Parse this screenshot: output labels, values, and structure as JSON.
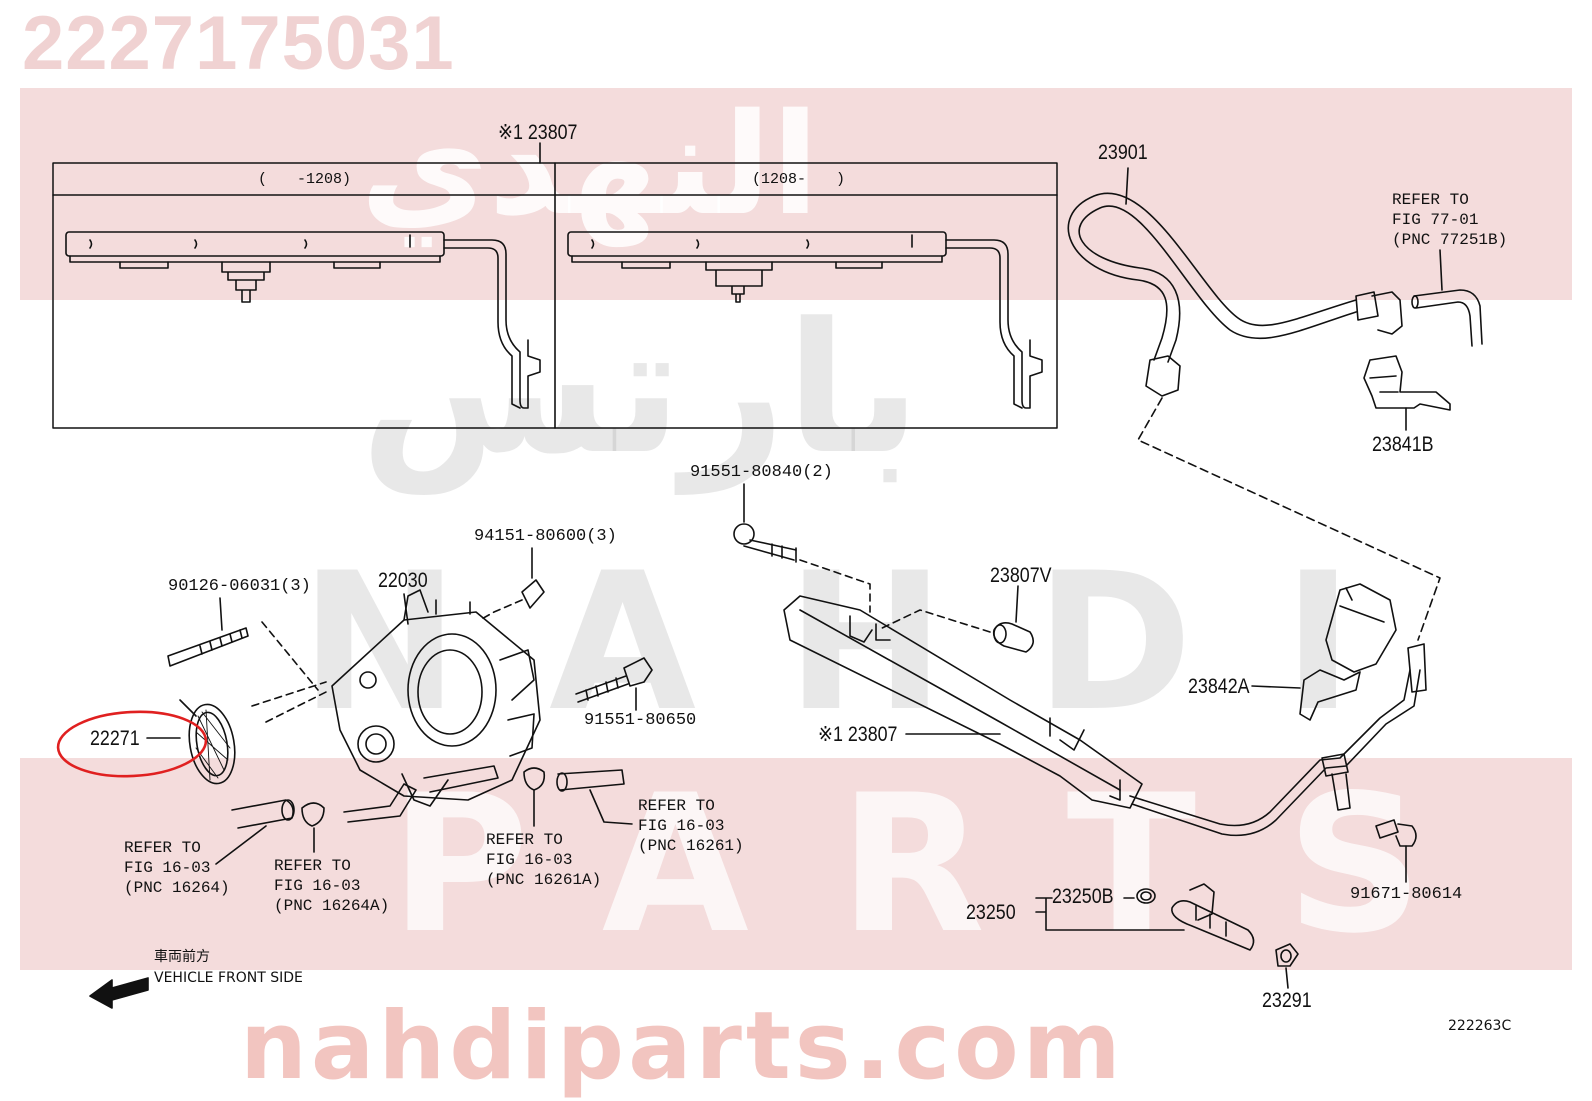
{
  "header": {
    "part_number": "2227175031"
  },
  "watermark": {
    "arabic_top": "النهدي",
    "arabic_bottom": "بارتس",
    "latin_top": "NAHDI",
    "latin_bottom": "PARTS",
    "url": "nahdiparts.com"
  },
  "inset": {
    "callout": "※1 23807",
    "left_panel_range": "(　　-1208)",
    "right_panel_range": "(1208-　　)"
  },
  "labels": {
    "hose": "23901",
    "hose_ref": "REFER TO\nFIG 77-01\n(PNC 77251B)",
    "clip_b": "23841B",
    "bolt_2": "91551-80840(2)",
    "nut_3": "94151-80600(3)",
    "stud_3": "90126-06031(3)",
    "throttle_body": "22030",
    "gasket": "22271",
    "bolt_650": "91551-80650",
    "insulator": "23807V",
    "clip_a": "23842A",
    "delivery_pipe": "※1 23807",
    "bolt_614": "91671-80614",
    "injector_assy": "23250",
    "o_ring": "23250B",
    "insulator_291": "23291",
    "ref_16264": "REFER TO\nFIG 16-03\n(PNC 16264)",
    "ref_16264a": "REFER TO\nFIG 16-03\n(PNC 16264A)",
    "ref_16261a": "REFER TO\nFIG 16-03\n(PNC 16261A)",
    "ref_16261": "REFER TO\nFIG 16-03\n(PNC 16261)",
    "front_jp": "車両前方",
    "front_en": "VEHICLE FRONT SIDE",
    "diagram_code": "222263C"
  },
  "highlight": {
    "target": "22271",
    "color": "#e02020"
  },
  "colors": {
    "band": "#f4dcdc",
    "ink": "#111111",
    "watermark_url": "#e8968c"
  }
}
